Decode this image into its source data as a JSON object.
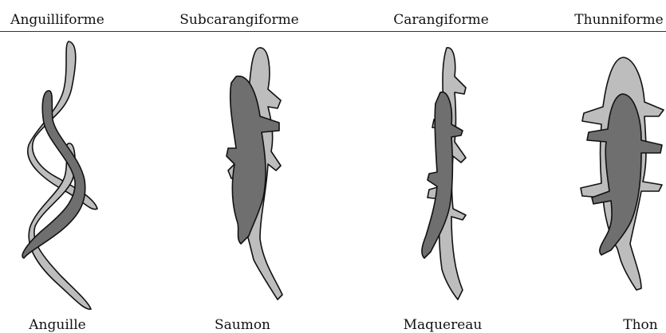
{
  "categories": [
    {
      "mode": "Anguilliforme",
      "fish": "Anguille"
    },
    {
      "mode": "Subcarangiforme",
      "fish": "Saumon"
    },
    {
      "mode": "Carangiforme",
      "fish": "Maquereau"
    },
    {
      "mode": "Thunniforme",
      "fish": "Thon"
    }
  ],
  "colors": {
    "light_fill": "#bdbdbd",
    "dark_fill": "#6f6f6f",
    "outline": "#111111",
    "rule": "#333333"
  }
}
